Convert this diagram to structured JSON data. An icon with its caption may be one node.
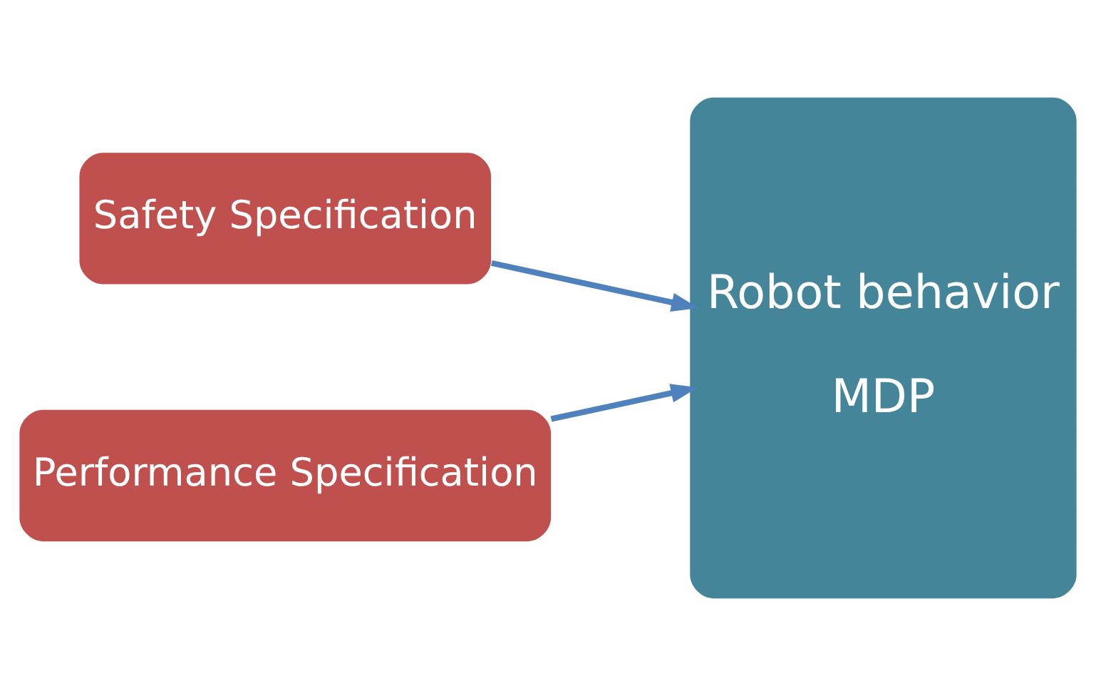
{
  "diagram": {
    "nodes": [
      {
        "text": [
          "Safety Specification"
        ]
      },
      {
        "text": [
          "Performance Specification"
        ]
      },
      {
        "text": [
          "Robot behavior",
          "MDP"
        ]
      }
    ],
    "edges": [
      {
        "from": 0,
        "to": 2,
        "arrow": "to"
      },
      {
        "from": 1,
        "to": 2,
        "arrow": "to"
      }
    ]
  }
}
